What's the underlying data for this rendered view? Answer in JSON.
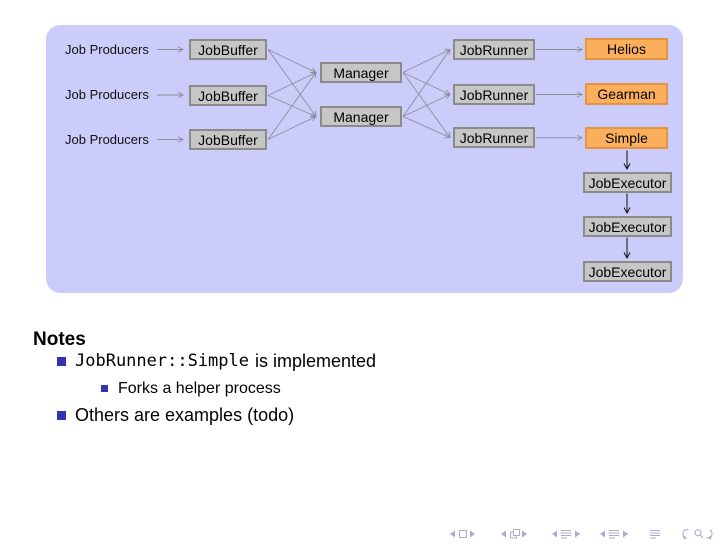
{
  "diagram": {
    "producer_label": "Job Producers",
    "buffer_label": "JobBuffer",
    "manager_label": "Manager",
    "runner_label": "JobRunner",
    "backends": [
      "Helios",
      "Gearman",
      "Simple"
    ],
    "executor_label": "JobExecutor",
    "colors": {
      "panel_bg": "#ccccfa",
      "box_fill": "#c6c6c6",
      "box_border": "#8b8b8b",
      "backend_fill": "#fbaf5d",
      "backend_border": "#e2953f",
      "arrow_gray": "#8d8d9b",
      "arrow_black": "#111111"
    }
  },
  "notes": {
    "heading": "Notes",
    "bullet1_code": "JobRunner::Simple",
    "bullet1_rest": "is implemented",
    "sub_bullet": "Forks a helper process",
    "bullet2": "Others are examples (todo)"
  },
  "nav": {
    "color": "#aaaad4",
    "icons": [
      "slide-nav",
      "frame-nav",
      "section-nav",
      "subsection-nav",
      "appendix",
      "back-search-forward"
    ]
  }
}
